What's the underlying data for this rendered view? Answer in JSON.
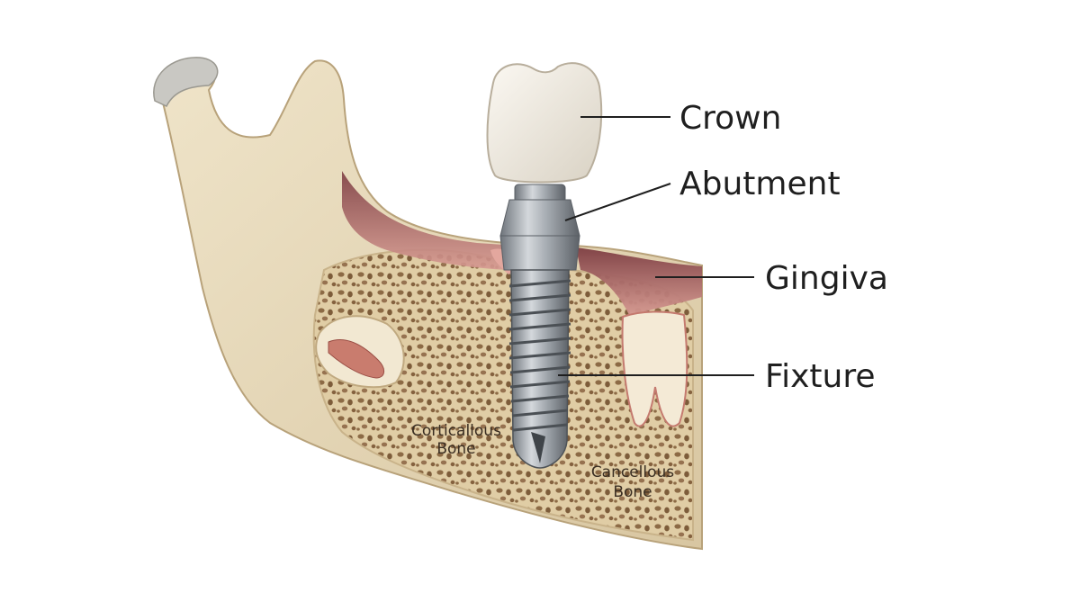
{
  "labels": {
    "crown": "Crown",
    "abutment": "Abutment",
    "gingiva": "Gingiva",
    "fixture": "Fixture",
    "corticallous_bone": [
      "Corticallous",
      "Bone"
    ],
    "cancellous_bone": [
      "Cancellous",
      "Bone"
    ]
  },
  "colors": {
    "bone_outer": "#e8dcc0",
    "bone_shadow": "#cbb893",
    "cancellous": "#d9c49b",
    "pores": "#8c6a45",
    "gingiva": "#c98b85",
    "gingiva_dark": "#8e4a4d",
    "metal": "#9aa0a6",
    "crown": "#f3efe7"
  }
}
